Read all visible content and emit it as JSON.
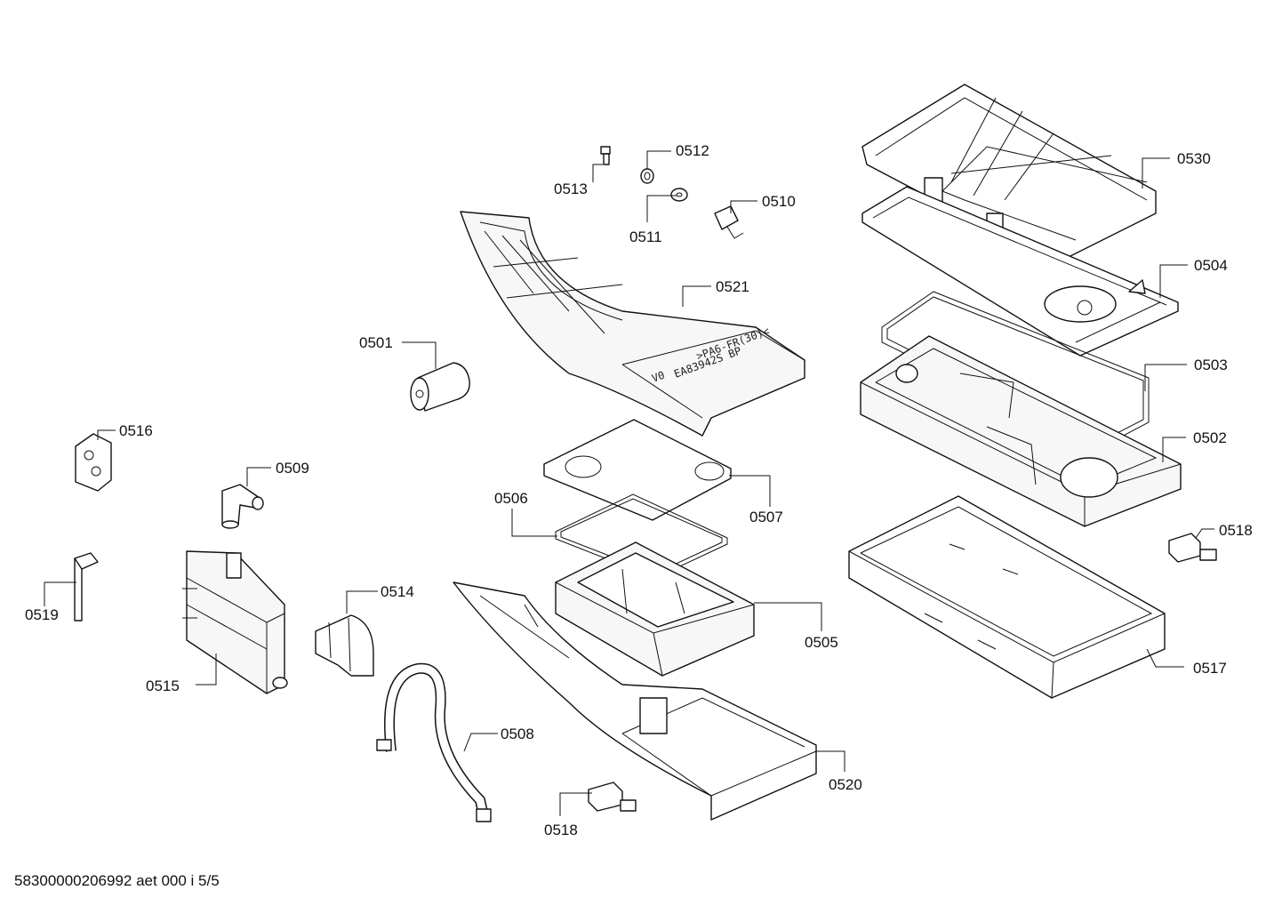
{
  "diagram": {
    "callouts": [
      "0501",
      "0502",
      "0503",
      "0504",
      "0505",
      "0506",
      "0507",
      "0508",
      "0509",
      "0510",
      "0511",
      "0512",
      "0513",
      "0514",
      "0515",
      "0516",
      "0517",
      "0518",
      "0519",
      "0520",
      "0521",
      "0530"
    ],
    "embossed_text": [
      "V0",
      "EA83942S BP",
      ">PA6-FR(30)<"
    ]
  },
  "footer": {
    "drawing_id": "58300000206992 aet 000 i 5/5"
  }
}
